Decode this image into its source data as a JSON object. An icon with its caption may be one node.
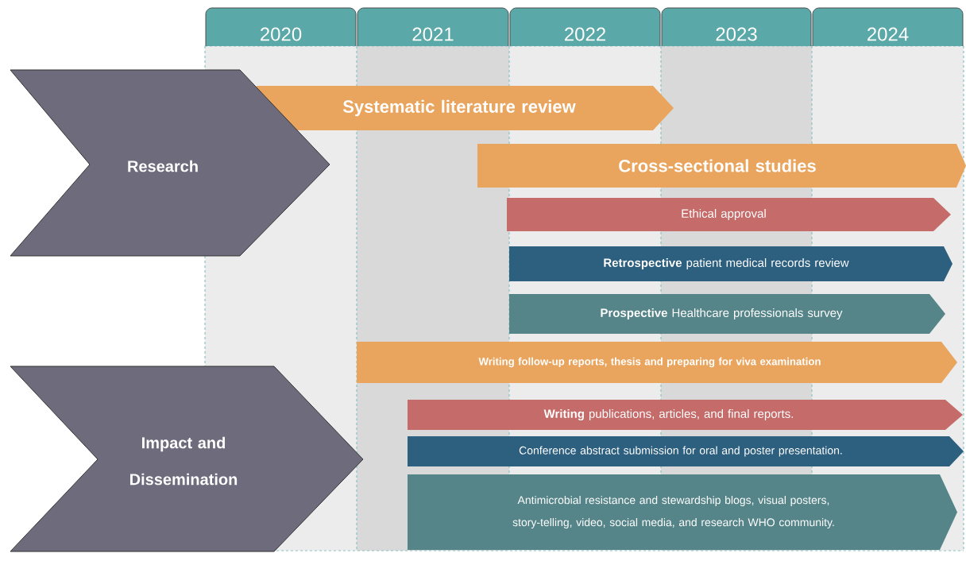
{
  "diagram": {
    "nodes": [
      {
        "text": [
          "2020"
        ]
      },
      {
        "text": [
          "2021"
        ]
      },
      {
        "text": [
          "2022"
        ]
      },
      {
        "text": [
          "2023"
        ]
      },
      {
        "text": [
          "2024"
        ]
      },
      {
        "text": [
          "Research"
        ]
      },
      {
        "text": [
          "Systematic literature review"
        ]
      },
      {
        "text": [
          "Cross-sectional studies"
        ]
      },
      {
        "text": [
          "Ethical approval"
        ]
      },
      {
        "text": [
          "**Retrospective** patient medical records review"
        ]
      },
      {
        "text": [
          "**Prospective** Healthcare professionals survey"
        ]
      },
      {
        "text": [
          "Writing follow-up reports, thesis and preparing for viva examination"
        ]
      },
      {
        "text": [
          "Impact and Dissemination"
        ]
      },
      {
        "text": [
          "**Writing** publications, articles, and final reports."
        ]
      },
      {
        "text": [
          "Conference abstract submission for oral and poster presentation."
        ]
      },
      {
        "text": [
          "Antimicrobial resistance and stewardship blogs, visual posters, story-telling, video, social media, and research WHO community."
        ]
      }
    ]
  }
}
